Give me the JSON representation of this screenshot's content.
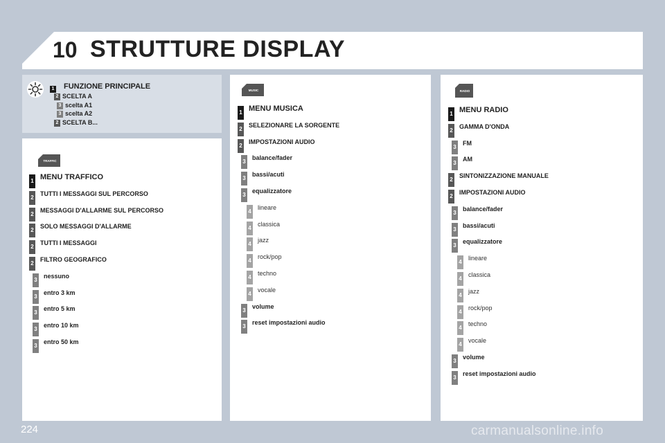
{
  "header": {
    "chapter": "10",
    "title": "STRUTTURE DISPLAY"
  },
  "legend": {
    "title": "FUNZIONE PRINCIPALE",
    "title_badge": "1",
    "items": [
      {
        "level": "2",
        "label": "SCELTA A"
      },
      {
        "level": "3",
        "label": "scelta A1"
      },
      {
        "level": "3",
        "label": "scelta A2"
      },
      {
        "level": "2",
        "label": "SCELTA B..."
      }
    ]
  },
  "traffic": {
    "icon": {
      "name": "traffic-icon",
      "text": "TRAFFIC"
    },
    "items": [
      {
        "level": "1",
        "label": "MENU TRAFFICO"
      },
      {
        "level": "2",
        "label": "TUTTI I MESSAGGI SUL PERCORSO"
      },
      {
        "level": "2",
        "label": "MESSAGGI D'ALLARME SUL PERCORSO"
      },
      {
        "level": "2",
        "label": "SOLO MESSAGGI D'ALLARME"
      },
      {
        "level": "2",
        "label": "TUTTI I MESSAGGI"
      },
      {
        "level": "2",
        "label": "FILTRO GEOGRAFICO"
      },
      {
        "level": "3",
        "label": "nessuno"
      },
      {
        "level": "3",
        "label": "entro 3 km"
      },
      {
        "level": "3",
        "label": "entro 5 km"
      },
      {
        "level": "3",
        "label": "entro 10 km"
      },
      {
        "level": "3",
        "label": "entro  50 km"
      }
    ]
  },
  "music": {
    "icon": {
      "name": "music-icon",
      "text": "MUSIC"
    },
    "items": [
      {
        "level": "1",
        "label": "MENU MUSICA"
      },
      {
        "level": "2",
        "label": "SELEZIONARE LA SORGENTE"
      },
      {
        "level": "2",
        "label": "IMPOSTAZIONI AUDIO"
      },
      {
        "level": "3",
        "label": "balance/fader"
      },
      {
        "level": "3",
        "label": "bassi/acuti"
      },
      {
        "level": "3",
        "label": "equalizzatore"
      },
      {
        "level": "4",
        "label": "lineare"
      },
      {
        "level": "4",
        "label": "classica"
      },
      {
        "level": "4",
        "label": "jazz"
      },
      {
        "level": "4",
        "label": "rock/pop"
      },
      {
        "level": "4",
        "label": "techno"
      },
      {
        "level": "4",
        "label": "vocale"
      },
      {
        "level": "3",
        "label": "volume"
      },
      {
        "level": "3",
        "label": "reset impostazioni audio"
      }
    ]
  },
  "radio": {
    "icon": {
      "name": "radio-icon",
      "text": "RADIO"
    },
    "items": [
      {
        "level": "1",
        "label": "MENU RADIO"
      },
      {
        "level": "2",
        "label": "GAMMA D'ONDA"
      },
      {
        "level": "3",
        "label": "FM"
      },
      {
        "level": "3",
        "label": "AM"
      },
      {
        "level": "2",
        "label": "SINTONIZZAZIONE MANUALE"
      },
      {
        "level": "2",
        "label": "IMPOSTAZIONI AUDIO"
      },
      {
        "level": "3",
        "label": "balance/fader"
      },
      {
        "level": "3",
        "label": "bassi/acuti"
      },
      {
        "level": "3",
        "label": "equalizzatore"
      },
      {
        "level": "4",
        "label": "lineare"
      },
      {
        "level": "4",
        "label": "classica"
      },
      {
        "level": "4",
        "label": "jazz"
      },
      {
        "level": "4",
        "label": "rock/pop"
      },
      {
        "level": "4",
        "label": "techno"
      },
      {
        "level": "4",
        "label": "vocale"
      },
      {
        "level": "3",
        "label": "volume"
      },
      {
        "level": "3",
        "label": "reset impostazioni audio"
      }
    ]
  },
  "footer": {
    "page_number": "224",
    "watermark": "carmanualsonline.info"
  },
  "colors": {
    "background": "#bfc8d4",
    "panel": "#ffffff",
    "legend_panel": "#d8dee6",
    "level1": "#1a1a1a",
    "level2": "#575757",
    "level3": "#808080",
    "level4": "#a4a4a4"
  }
}
